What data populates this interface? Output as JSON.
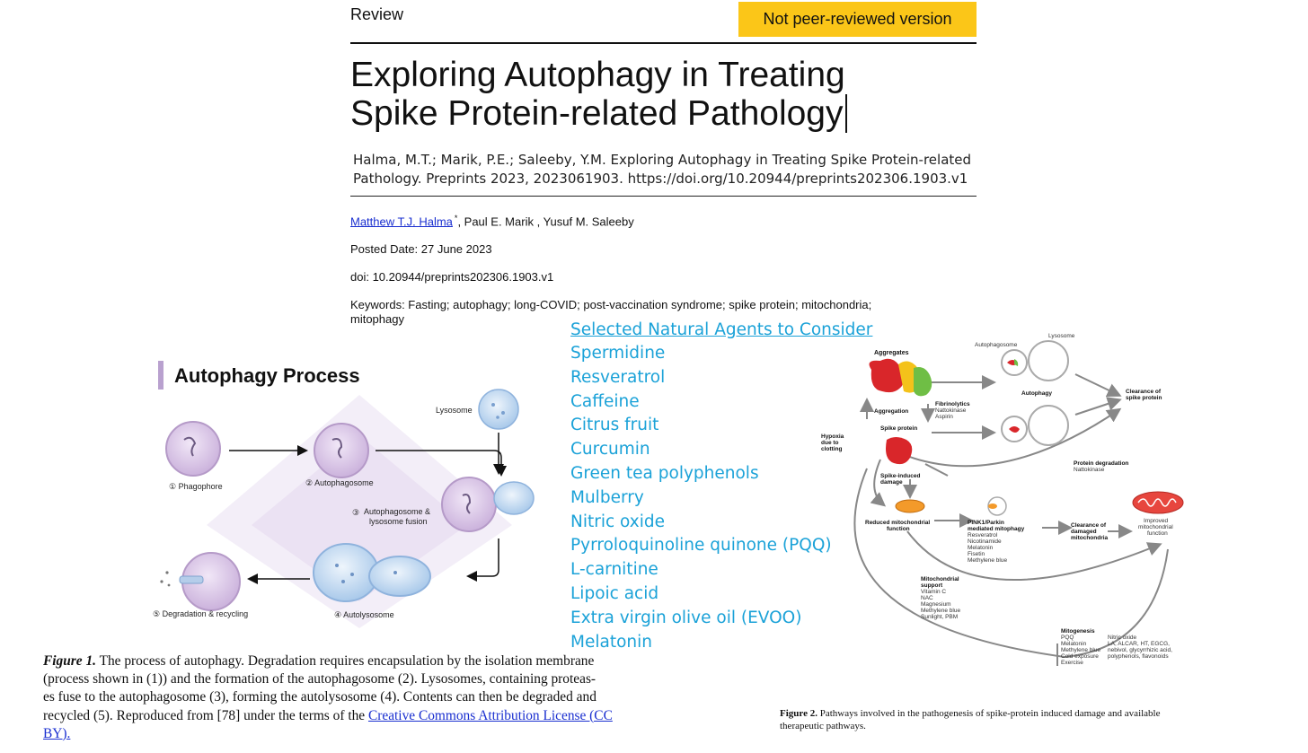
{
  "header": {
    "section": "Review",
    "badge": "Not peer-reviewed version",
    "title_line1": "Exploring Autophagy in Treating",
    "title_line2": "Spike Protein-related Pathology",
    "citation_line1": "Halma, M.T.; Marik, P.E.; Saleeby, Y.M. Exploring Autophagy in Treating Spike Protein-related",
    "citation_line2": "Pathology. Preprints 2023, 2023061903. https://doi.org/10.20944/preprints202306.1903.v1"
  },
  "meta": {
    "author_link": "Matthew T.J. Halma",
    "author_mark": "*",
    "other_authors": ", Paul E. Marik , Yusuf M. Saleeby",
    "posted": "Posted Date: 27 June 2023",
    "doi": "doi: 10.20944/preprints202306.1903.v1",
    "keywords_line1": "Keywords: Fasting; autophagy; long-COVID; post-vaccination syndrome; spike protein; mitochondria;",
    "keywords_line2": "mitophagy"
  },
  "agents": {
    "heading": "Selected Natural Agents to Consider",
    "items": [
      "Spermidine",
      "Resveratrol",
      "Caffeine",
      "Citrus fruit",
      "Curcumin",
      "Green tea polyphenols",
      "Mulberry",
      "Nitric oxide",
      "Pyrroloquinoline quinone (PQQ)",
      "L-carnitine",
      "Lipoic acid",
      "Extra virgin olive oil (EVOO)",
      "Melatonin"
    ]
  },
  "figure1": {
    "title": "Autophagy Process",
    "labels": {
      "lysosome": "Lysosome",
      "phagophore": "① Phagophore",
      "autophagosome": "② Autophagosome",
      "fusion_line1": "Autophagosome &",
      "fusion_line2": "lysosome fusion",
      "fusion_num": "③",
      "autolysosome": "④ Autolysosome",
      "degradation": "⑤ Degradation & recycling"
    },
    "caption": {
      "label": "Figure 1.",
      "line1": " The process of autophagy. Degradation requires encapsulation by the isolation membrane",
      "line2": "(process shown in (1)) and the formation of the autophagosome (2). Lysosomes, containing proteas-",
      "line3": "es fuse to the autophagosome (3), forming the autolysosome (4). Contents can then be degraded and",
      "line4": "recycled (5). Reproduced from [78]  under the terms of the ",
      "link1": "Creative Commons Attribution License (CC",
      "link2": "BY)."
    }
  },
  "figure2": {
    "labels": {
      "aggregates": "Aggregates",
      "autophagosome": "Autophagosome",
      "lysosome": "Lysosome",
      "autophagy": "Autophagy",
      "clearance_spike_1": "Clearance of",
      "clearance_spike_2": "spike protein",
      "fibrinolytics": "Fibrinolytics",
      "nattokinase": "Nattokinase",
      "aspirin": "Aspirin",
      "aggregation": "Aggregation",
      "hypoxia_1": "Hypoxia",
      "hypoxia_2": "due to",
      "hypoxia_3": "clotting",
      "spike_protein": "Spike protein",
      "protein_degradation": "Protein degradation",
      "protein_degradation_sub": "Nattokinase",
      "spike_damage_1": "Spike-induced",
      "spike_damage_2": "damage",
      "reduced_mito_1": "Reduced mitochondrial",
      "reduced_mito_2": "function",
      "pink1_1": "PINK1/Parkin",
      "pink1_2": "mediated mitophagy",
      "pink1_items": [
        "Resveratrol",
        "Nicotinamide",
        "Melatonin",
        "Fisetin",
        "Methylene blue"
      ],
      "clearance_mito_1": "Clearance of",
      "clearance_mito_2": "damaged",
      "clearance_mito_3": "mitochondria",
      "improved_1": "Improved",
      "improved_2": "mitochondrial",
      "improved_3": "function",
      "support_1": "Mitochondrial",
      "support_2": "support",
      "support_items": [
        "Vitamin C",
        "NAC",
        "Magnesium",
        "Methylene blue",
        "Sunlight, PBM"
      ],
      "mitogenesis": "Mitogenesis",
      "mito_left": [
        "PQQ",
        "Melatonin",
        "Methylene blue",
        "Cold exposure",
        "Exercise"
      ],
      "mito_right": [
        "Nitric oxide",
        "LA, ALCAR, HT, EGCG,",
        "nebivol, glycyrrhizic acid,",
        "polyphenols, flavonoids"
      ]
    },
    "caption": {
      "label": "Figure 2.",
      "line1": " Pathways involved in the pathogenesis of spike-protein induced damage and available",
      "line2": "therapeutic pathways."
    }
  },
  "colors": {
    "badge": "#fbc618",
    "agents_text": "#1ba2d8",
    "link": "#1a2fd0",
    "title_accent_bar": "#b9a1cf"
  }
}
